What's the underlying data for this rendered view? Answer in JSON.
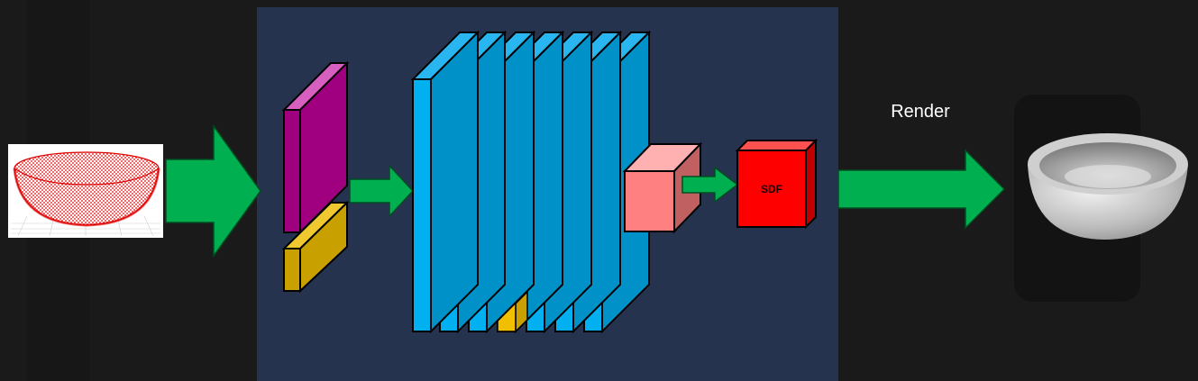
{
  "diagram": {
    "render_label": "Render",
    "sdf_label": "SDF"
  },
  "palette": {
    "background": "#1a1a1a",
    "network_panel": "#26334e",
    "arrow": "#00b050",
    "point_cloud": "#e00000",
    "layer_blue": "#00b0f0",
    "feature_magenta": "#a0007f",
    "feature_yellow": "#c8a000",
    "latent_pink": "#ff8080",
    "sdf_red": "#ff0000"
  },
  "icons": [
    "point-cloud-bowl-image",
    "rendered-bowl-image"
  ]
}
